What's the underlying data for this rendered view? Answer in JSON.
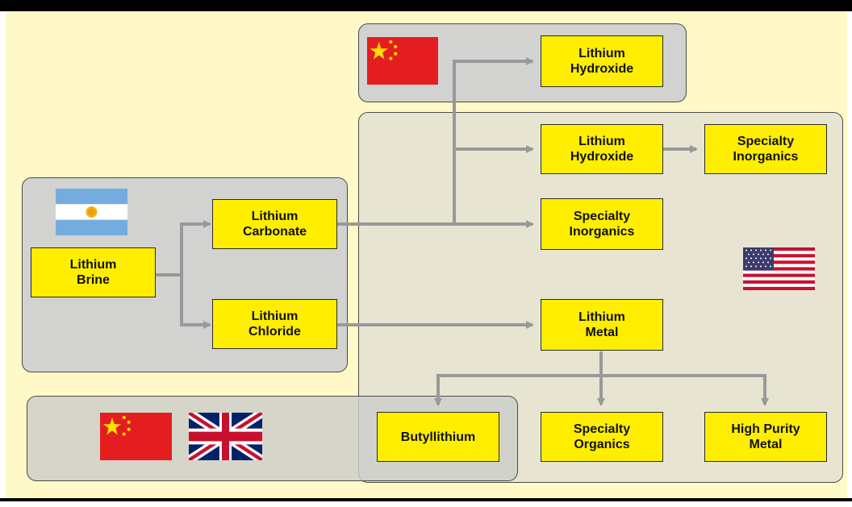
{
  "diagram": {
    "nodes": {
      "lithium_brine": "Lithium\nBrine",
      "lithium_carbonate": "Lithium\nCarbonate",
      "lithium_chloride": "Lithium\nChloride",
      "lithium_hydroxide_china": "Lithium\nHydroxide",
      "lithium_hydroxide_us": "Lithium\nHydroxide",
      "specialty_inorganics_1": "Specialty\nInorganics",
      "specialty_inorganics_2": "Specialty\nInorganics",
      "lithium_metal": "Lithium\nMetal",
      "butyllithium": "Butyllithium",
      "specialty_organics": "Specialty\nOrganics",
      "high_purity_metal": "High Purity\nMetal"
    },
    "flags": [
      "argentina-flag",
      "china-flag",
      "usa-flag",
      "china-flag",
      "uk-flag"
    ],
    "colors": {
      "box_fill": "#ffee00",
      "background": "#fff9c8",
      "region_grey": "#d2d2d0",
      "region_usa": "#e7e5d2",
      "arrow": "#999999"
    }
  }
}
